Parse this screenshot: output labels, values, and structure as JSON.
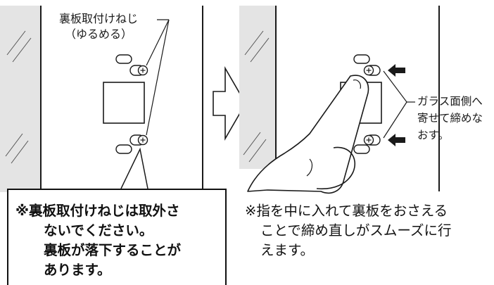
{
  "labels": {
    "screw_label_line1": "裏板取付けねじ",
    "screw_label_line2": "（ゆるめる）",
    "glass_label_line1": "ガラス面側へ",
    "glass_label_line2": "寄せて締めな",
    "glass_label_line3": "おす。"
  },
  "warning": {
    "line1": "※裏板取付けねじは取外さ",
    "line2": "ないでください。",
    "line3": "裏板が落下することが",
    "line4": "あります。"
  },
  "note": {
    "line1": "※指を中に入れて裏板をおさえる",
    "line2": "ことで締め直しがスムーズに行",
    "line3": "えます。"
  },
  "colors": {
    "line": "#1a1a1a",
    "glass_fill": "#e4e4e4",
    "finger_fill": "#ffffff"
  },
  "icons": [
    "screw-icon",
    "arrow-right-icon",
    "arrow-left-icon",
    "finger-illustration"
  ]
}
